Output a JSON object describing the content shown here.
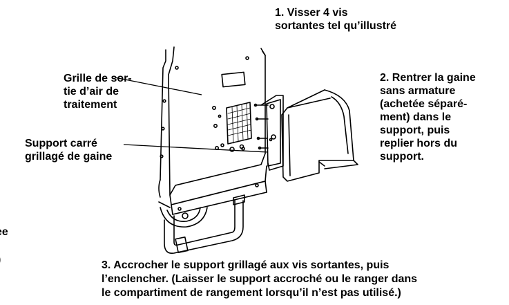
{
  "labels": {
    "step1": "1. Visser 4 vis\nsortantes tel qu’illustré",
    "grille": "Grille de sor-\ntie d’air de\ntraitement",
    "support": "Support carré\ngrillagé de gaine",
    "step2": "2. Rentrer la gaine\nsans armature\n(achetée séparé-\nment) dans le\nsupport, puis\nreplier hors du\nsupport.",
    "step3": "3. Accrocher le support grillagé aux vis sortantes, puis\nl’enclencher. (Laisser le support accroché ou le ranger dans\nle compartiment de rangement lorsqu’il n’est pas utilisé.)",
    "edge1": "ee",
    "edge2": ")"
  }
}
